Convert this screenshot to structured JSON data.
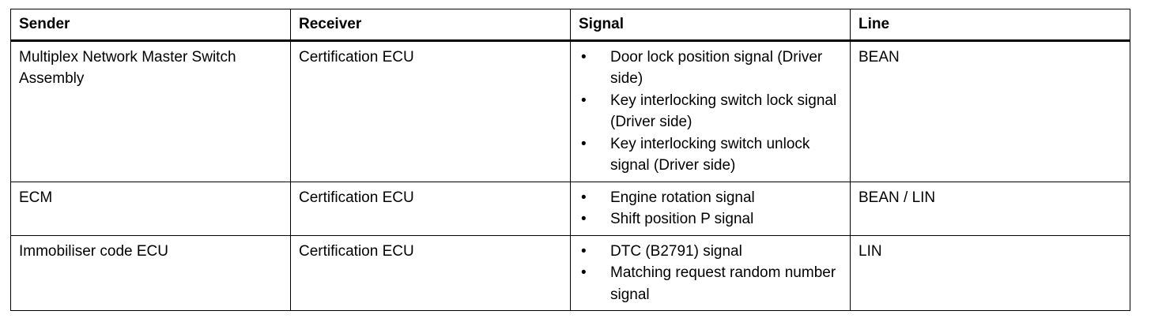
{
  "table": {
    "headers": [
      "Sender",
      "Receiver",
      "Signal",
      "Line"
    ],
    "bullet": "•",
    "rows": [
      {
        "sender": "Multiplex Network Master Switch Assembly",
        "receiver": "Certification ECU",
        "signals": [
          "Door lock position signal (Driver side)",
          "Key interlocking switch lock signal (Driver side)",
          "Key interlocking switch unlock signal (Driver side)"
        ],
        "line": "BEAN"
      },
      {
        "sender": "ECM",
        "receiver": "Certification ECU",
        "signals": [
          "Engine rotation signal",
          "Shift position P signal"
        ],
        "line": "BEAN / LIN"
      },
      {
        "sender": "Immobiliser code ECU",
        "receiver": "Certification ECU",
        "signals": [
          "DTC (B2791) signal",
          "Matching request random number signal"
        ],
        "line": "LIN"
      }
    ]
  }
}
